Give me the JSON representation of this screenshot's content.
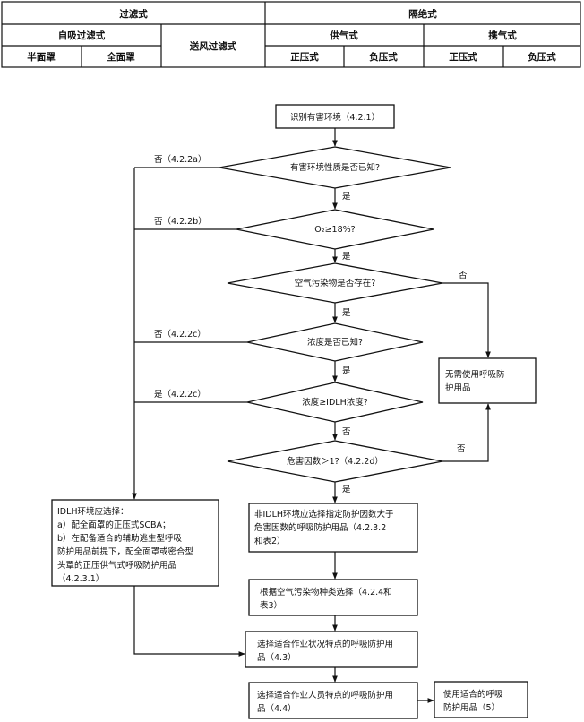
{
  "table": {
    "filter": "过滤式",
    "isolate": "隔绝式",
    "self_suction": "自吸过滤式",
    "blower": "送风过滤式",
    "supplied": "供气式",
    "portable": "携气式",
    "half_mask": "半面罩",
    "full_mask": "全面罩",
    "sup_positive": "正压式",
    "sup_negative": "负压式",
    "port_positive": "正压式",
    "port_negative": "负压式"
  },
  "flow": {
    "start": "识别有害环境（4.2.1）",
    "q_nature": "有害环境性质是否已知?",
    "q_oxygen": "O₂≥18%?",
    "q_pollutant": "空气污染物是否存在?",
    "q_conc_known": "浓度是否已知?",
    "q_idlh": "浓度≥IDLH浓度?",
    "q_hazard": "危害因数＞1?（4.2.2d）",
    "no_need": [
      "无需使用呼吸防",
      "护用品"
    ],
    "idlh_box": [
      "IDLH环境应选择：",
      "  a）配全面罩的正压式SCBA；",
      "  b）在配备适合的辅助逃生型呼吸",
      "防护用品前提下，配全面罩或密合型",
      "头罩的正压供气式呼吸防护用品",
      "（4.2.3.1）"
    ],
    "non_idlh_box": [
      "非IDLH环境应选择指定防护因数大于",
      "危害因数的呼吸防护用品（4.2.3.2",
      "和表2）"
    ],
    "pollutant_type_box": [
      "根据空气污染物种类选择（4.2.4和",
      "表3）"
    ],
    "work_cond_box": [
      "选择适合作业状况特点的呼吸防护用",
      "品（4.3）"
    ],
    "worker_box": [
      "选择适合作业人员特点的呼吸防护用",
      "品（4.4）"
    ],
    "use_box": [
      "使用适合的呼吸",
      "防护用品（5）"
    ],
    "labels": {
      "no_a": "否（4.2.2a）",
      "no_b": "否（4.2.2b）",
      "no_c": "否（4.2.2c）",
      "yes_c": "是（4.2.2c）",
      "yes": "是",
      "no": "否"
    }
  }
}
